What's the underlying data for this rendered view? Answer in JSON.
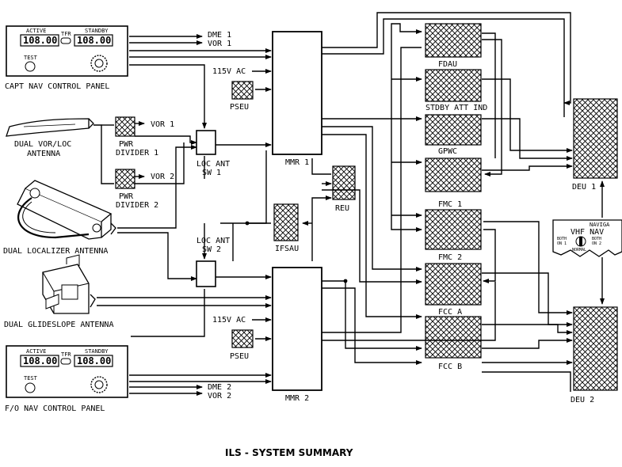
{
  "title": "ILS - SYSTEM SUMMARY",
  "capt_panel": {
    "name": "CAPT NAV CONTROL PANEL",
    "active_label": "ACTIVE",
    "standby_label": "STANDBY",
    "tfr_label": "TFR",
    "active_freq": "108.00",
    "standby_freq": "108.00",
    "test_label": "TEST"
  },
  "fo_panel": {
    "name": "F/O NAV CONTROL PANEL",
    "active_label": "ACTIVE",
    "standby_label": "STANDBY",
    "tfr_label": "TFR",
    "active_freq": "108.00",
    "standby_freq": "108.00",
    "test_label": "TEST"
  },
  "antennas": {
    "vor_loc": [
      "DUAL VOR/LOC",
      "ANTENNA"
    ],
    "localizer": "DUAL LOCALIZER ANTENNA",
    "glideslope": "DUAL GLIDESLOPE ANTENNA"
  },
  "outputs": {
    "dme1": "DME 1",
    "vor1_top": "VOR 1",
    "dme2": "DME 2",
    "vor2_bottom": "VOR 2",
    "vor1_pwr": "VOR 1",
    "vor2_pwr": "VOR 2"
  },
  "power": {
    "ac1": "115V AC",
    "ac2": "115V AC"
  },
  "components": {
    "pwr_divider_1": [
      "PWR",
      "DIVIDER 1"
    ],
    "pwr_divider_2": [
      "PWR",
      "DIVIDER 2"
    ],
    "loc_ant_sw_1": [
      "LOC ANT",
      "SW 1"
    ],
    "loc_ant_sw_2": [
      "LOC ANT",
      "SW 2"
    ],
    "pseu_1": "PSEU",
    "pseu_2": "PSEU",
    "mmr_1": "MMR 1",
    "mmr_2": "MMR 2",
    "reu": "REU",
    "ifsau": "IFSAU",
    "fdau": "FDAU",
    "stdby_att_ind": "STDBY ATT IND",
    "gpwc": "GPWC",
    "fmc_1": "FMC 1",
    "fmc_2": "FMC 2",
    "fcc_a": "FCC A",
    "fcc_b": "FCC B",
    "deu_1": "DEU 1",
    "deu_2": "DEU 2"
  },
  "vhf_nav_panel": {
    "header": "NAVIGA",
    "label": "VHF NAV",
    "left_opts": [
      "BOTH",
      "ON 1"
    ],
    "right_opts": [
      "BOTH",
      "ON 2"
    ],
    "normal": "NORMAL"
  }
}
